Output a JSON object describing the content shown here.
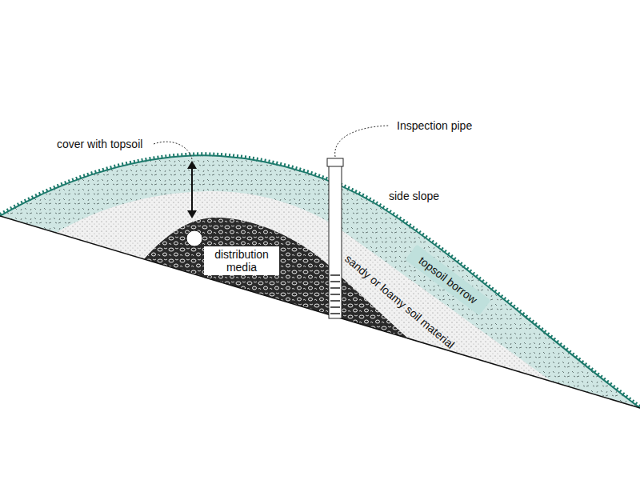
{
  "diagram": {
    "nodes": [
      {
        "text": [
          "distribution media"
        ]
      },
      {
        "text": [
          "topsoil borrow"
        ]
      }
    ],
    "labels": [
      "cover with topsoil",
      "Inspection pipe",
      "side slope",
      "sandy or loamy soil material"
    ]
  }
}
